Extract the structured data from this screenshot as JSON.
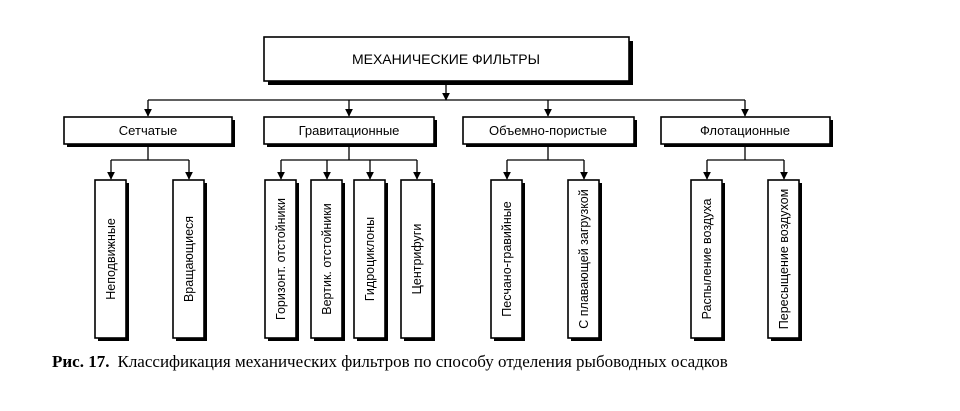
{
  "diagram": {
    "root": {
      "label": "МЕХАНИЧЕСКИЕ ФИЛЬТРЫ"
    },
    "categories": [
      {
        "label": "Сетчатые",
        "children": [
          "Неподвижные",
          "Вращающиеся"
        ]
      },
      {
        "label": "Гравитационные",
        "children": [
          "Горизонт. отстойники",
          "Вертик. отстойники",
          "Гидроциклоны",
          "Центрифуги"
        ]
      },
      {
        "label": "Объемно-пористые",
        "children": [
          "Песчано-гравийные",
          "С плавающей загрузкой"
        ]
      },
      {
        "label": "Флотационные",
        "children": [
          "Распыление воздуха",
          "Пересыщение воздухом"
        ]
      }
    ]
  },
  "caption": {
    "label": "Рис. 17.",
    "title": "Классификация механических фильтров по способу отделения рыбоводных осадков"
  }
}
